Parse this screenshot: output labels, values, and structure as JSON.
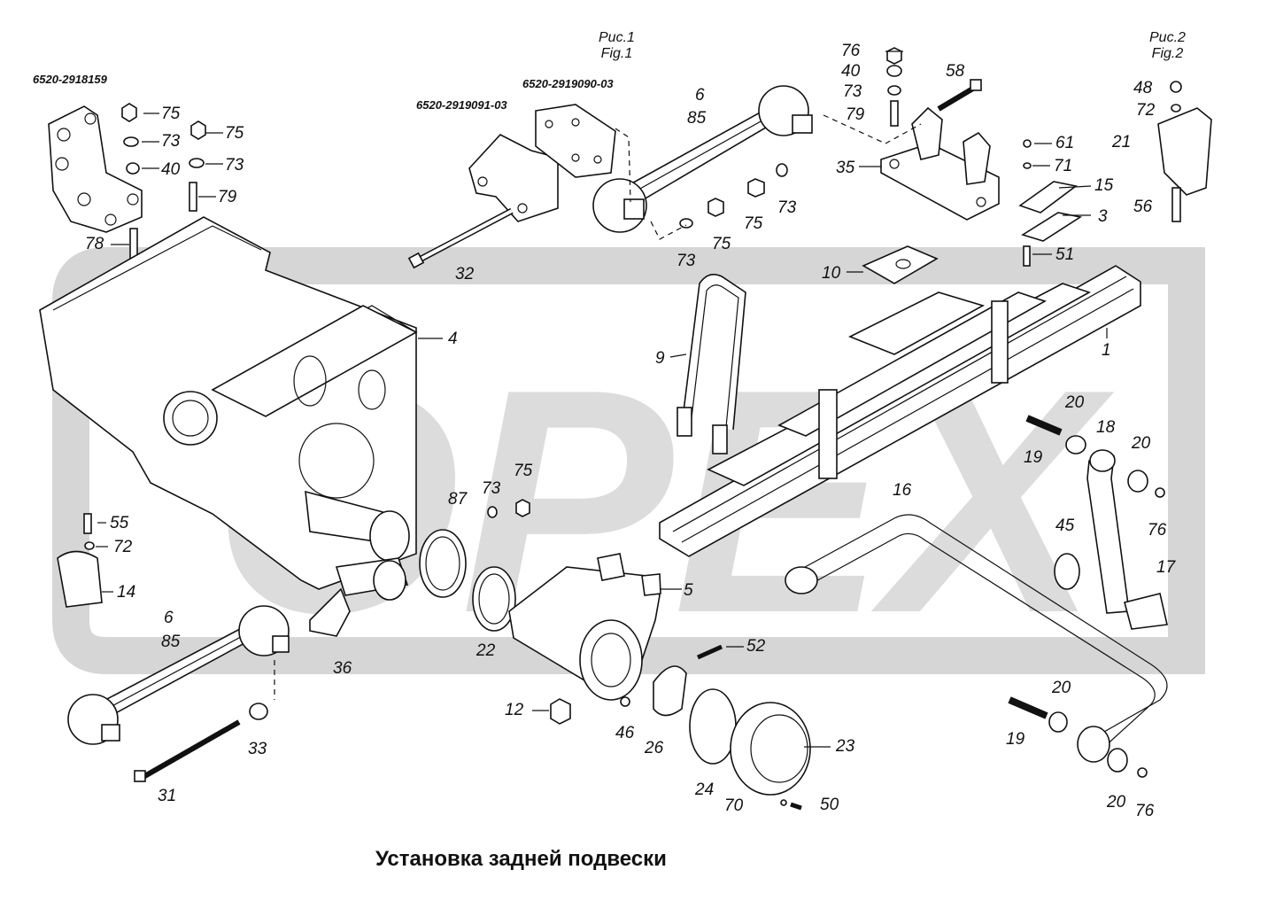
{
  "title": "Установка задней подвески",
  "watermark": "OPEX",
  "figures": {
    "fig1": {
      "ru": "Рис.1",
      "en": "Fig.1"
    },
    "fig2": {
      "ru": "Рис.2",
      "en": "Fig.2"
    }
  },
  "assembly_codes": [
    "6520-2918159",
    "6520-2919091-03",
    "6520-2919090-03"
  ],
  "callouts": {
    "c75a": "75",
    "c73a": "73",
    "c75b": "75",
    "c40a": "40",
    "c73b": "73",
    "c79a": "79",
    "c78": "78",
    "c32": "32",
    "c6a": "6",
    "c85a": "85",
    "c73c": "73",
    "c75c": "75",
    "c75d": "75",
    "c73d": "73",
    "c76a": "76",
    "c40b": "40",
    "c73e": "73",
    "c79b": "79",
    "c58": "58",
    "c35": "35",
    "c61": "61",
    "c71": "71",
    "c15": "15",
    "c3": "3",
    "c51": "51",
    "c10": "10",
    "c48": "48",
    "c72a": "72",
    "c21": "21",
    "c56": "56",
    "c4": "4",
    "c9": "9",
    "c1": "1",
    "c20a": "20",
    "c18": "18",
    "c19a": "19",
    "c20b": "20",
    "c76b": "76",
    "c16": "16",
    "c87": "87",
    "c73f": "73",
    "c75e": "75",
    "c55": "55",
    "c72b": "72",
    "c14": "14",
    "c45": "45",
    "c17": "17",
    "c5": "5",
    "c6b": "6",
    "c85b": "85",
    "c36": "36",
    "c22": "22",
    "c52": "52",
    "c12": "12",
    "c46": "46",
    "c26": "26",
    "c23": "23",
    "c24": "24",
    "c33": "33",
    "c31": "31",
    "c70": "70",
    "c50": "50",
    "c19b": "19",
    "c20c": "20",
    "c20d": "20",
    "c76c": "76"
  },
  "colors": {
    "line": "#111111",
    "watermark": "#d6d6d6",
    "background": "#ffffff"
  }
}
